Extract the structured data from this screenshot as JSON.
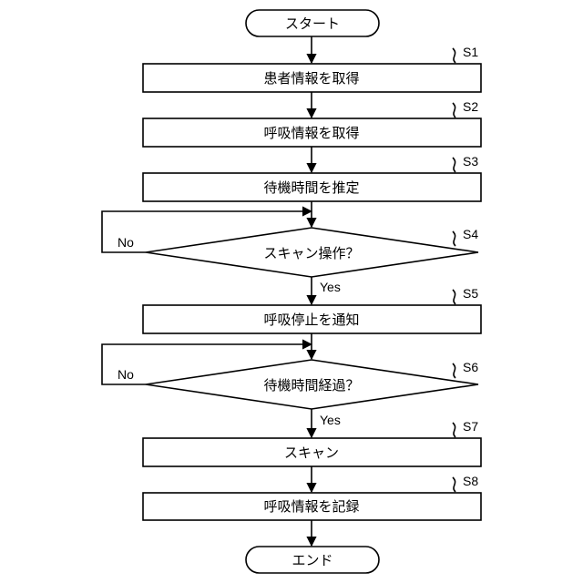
{
  "flowchart": {
    "start": "スタート",
    "end": "エンド",
    "steps": [
      {
        "id": "S1",
        "text": "患者情報を取得"
      },
      {
        "id": "S2",
        "text": "呼吸情報を取得"
      },
      {
        "id": "S3",
        "text": "待機時間を推定"
      },
      {
        "id": "S4",
        "text": "スキャン操作？",
        "yes": "Yes",
        "no": "No"
      },
      {
        "id": "S5",
        "text": "呼吸停止を通知"
      },
      {
        "id": "S6",
        "text": "待機時間経過？",
        "yes": "Yes",
        "no": "No"
      },
      {
        "id": "S7",
        "text": "スキャン"
      },
      {
        "id": "S8",
        "text": "呼吸情報を記録"
      }
    ]
  },
  "colors": {
    "stroke": "#000000",
    "fill": "#ffffff"
  }
}
